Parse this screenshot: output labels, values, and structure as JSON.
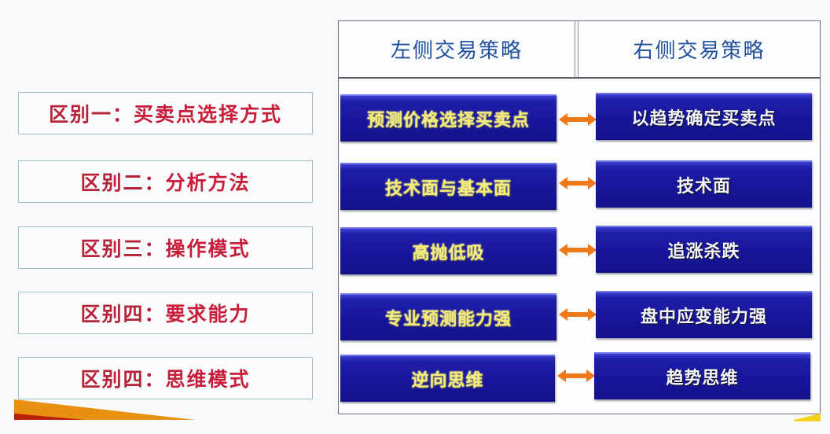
{
  "labels": [
    {
      "prefix": "区别一：",
      "text": "买卖点选择方式"
    },
    {
      "prefix": "区别二：",
      "text": "分析方法"
    },
    {
      "prefix": "区别三：",
      "text": "操作模式"
    },
    {
      "prefix": "区别四：",
      "text": "要求能力"
    },
    {
      "prefix": "区别四：",
      "text": "思维模式"
    }
  ],
  "table": {
    "headers": [
      "左侧交易策略",
      "右侧交易策略"
    ],
    "rows": [
      {
        "left": "预测价格选择买卖点",
        "right": "以趋势确定买卖点"
      },
      {
        "left": "技术面与基本面",
        "right": "技术面"
      },
      {
        "left": "高抛低吸",
        "right": "追涨杀跌"
      },
      {
        "left": "专业预测能力强",
        "right": "盘中应变能力强"
      },
      {
        "left": "逆向思维",
        "right": "趋势思维"
      }
    ]
  },
  "icons": {
    "row_connector": "double-headed-arrow-icon"
  },
  "colors": {
    "label_text": "#c81e3a",
    "header_text": "#1f4f9c",
    "box_fill": "#17169a",
    "left_box_text": "#f3ec7a",
    "right_box_text": "#f4f4fb",
    "arrow": "#f07a1a",
    "accent_wedge": "#e8900f"
  }
}
